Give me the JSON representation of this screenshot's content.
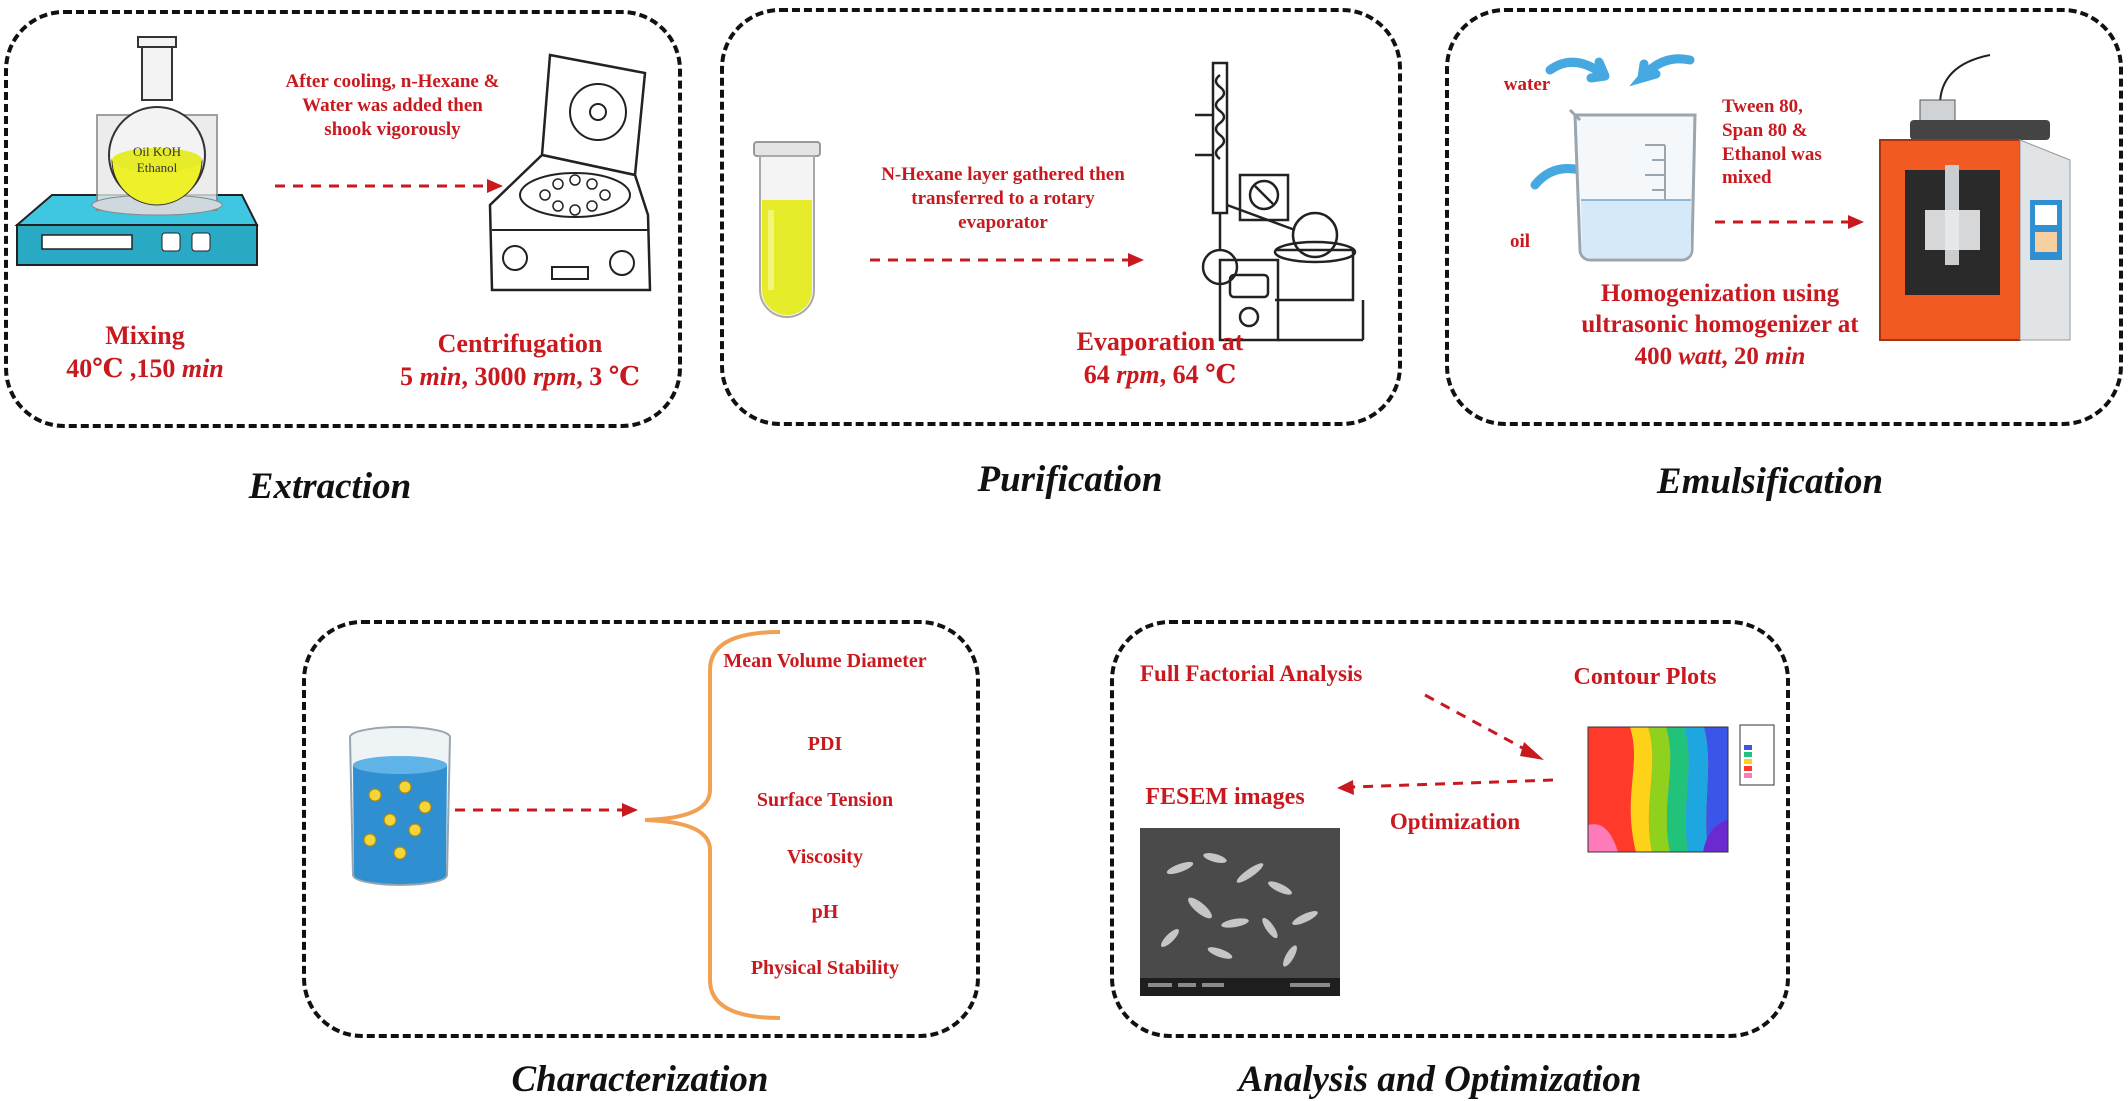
{
  "extraction": {
    "arrow_note": "After cooling, n-Hexane & Water was added then shook vigorously",
    "flask_label_1": "Oil KOH",
    "flask_label_2": "Ethanol",
    "mixing_title": "Mixing",
    "mixing_temp": "40℃ ,150 ",
    "mixing_unit": "min",
    "centrifugation_title": "Centrifugation",
    "centrifugation_a": "5 ",
    "centrifugation_unit1": "min",
    "centrifugation_b": ", 3000 ",
    "centrifugation_unit2": "rpm",
    "centrifugation_c": ", 3 ℃",
    "stage_label": "Extraction"
  },
  "purification": {
    "arrow_note": "N-Hexane layer gathered then transferred to a rotary evaporator",
    "evap_title": "Evaporation at",
    "evap_a": "64 ",
    "evap_unit": "rpm",
    "evap_b": ", 64 ℃",
    "stage_label": "Purification"
  },
  "emulsification": {
    "water_label": "water",
    "oil_label": "oil",
    "mix_note": "Tween 80, Span 80 & Ethanol was mixed",
    "homog_line1": "Homogenization using",
    "homog_line2": "ultrasonic homogenizer at",
    "homog_a": "400 ",
    "homog_unit1": "watt",
    "homog_b": ", 20 ",
    "homog_unit2": "min",
    "stage_label": "Emulsification"
  },
  "characterization": {
    "items": [
      "Mean Volume Diameter",
      "PDI",
      "Surface Tension",
      "Viscosity",
      "pH",
      "Physical Stability"
    ],
    "stage_label": "Characterization"
  },
  "analysis": {
    "full_factorial": "Full Factorial Analysis",
    "contour_plots": "Contour Plots",
    "fesem_images": "FESEM images",
    "optimization": "Optimization",
    "stage_label": "Analysis and Optimization"
  },
  "colors": {
    "accent_red": "#c8191f",
    "bracket_orange": "#f0a050",
    "liquid_yellow": "#e6ec2a",
    "hotplate_cyan": "#3fc6e0",
    "beaker_blue": "#2f8fd0"
  }
}
